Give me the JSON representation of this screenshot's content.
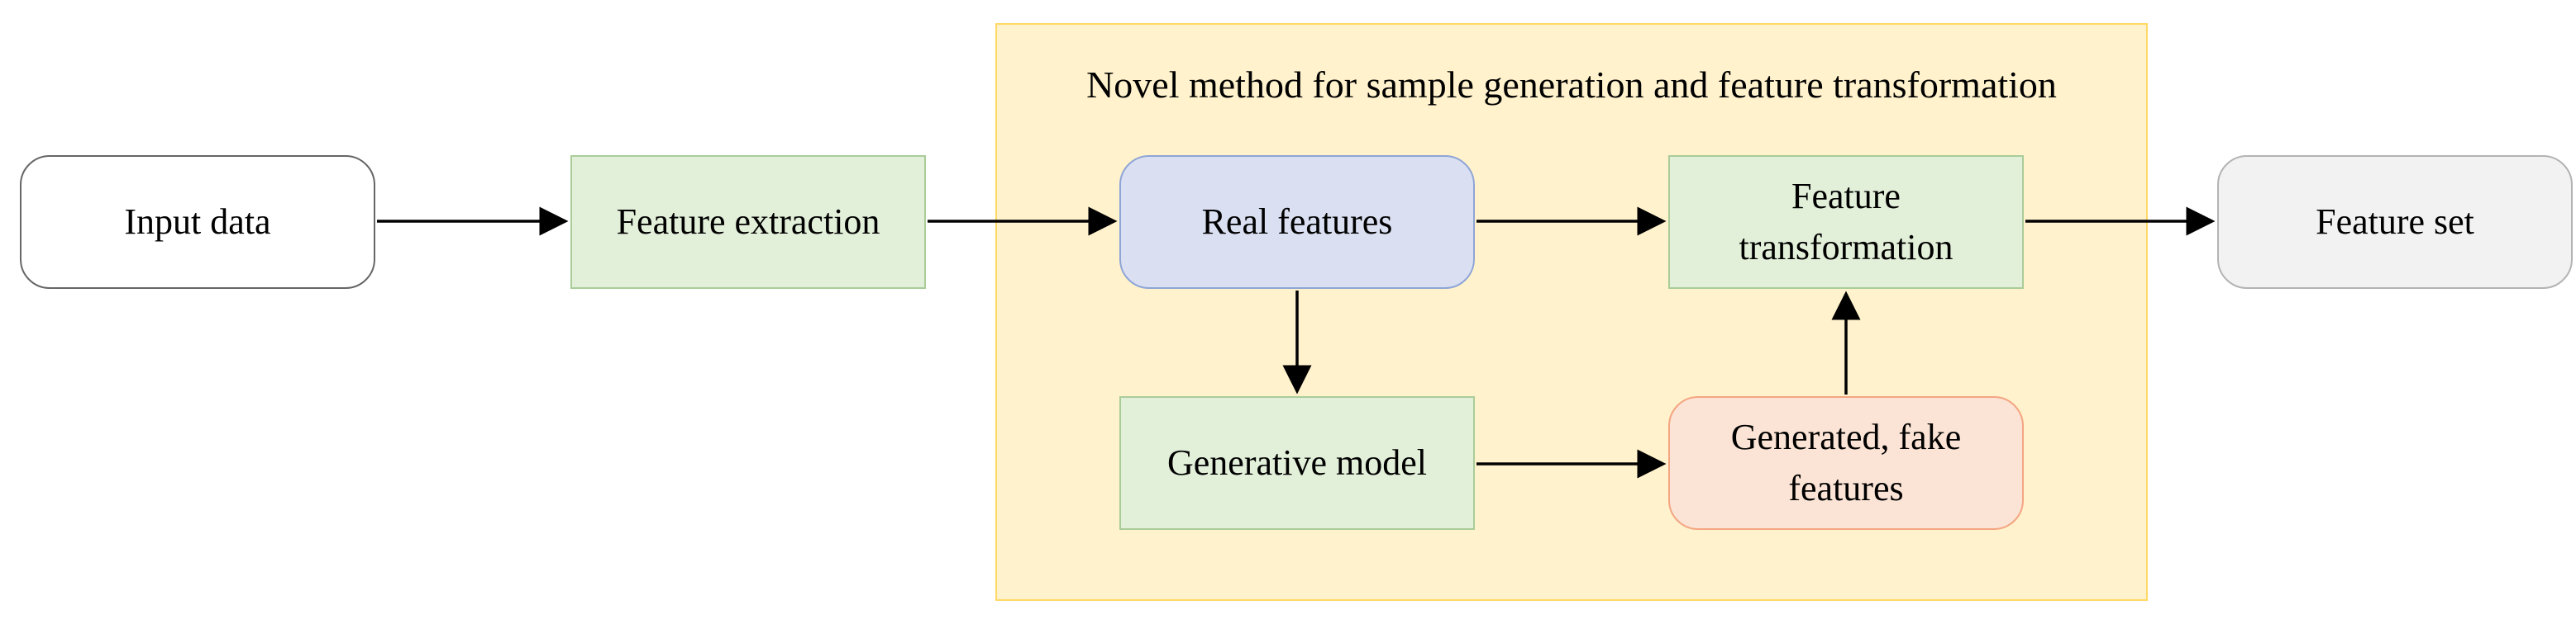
{
  "group": {
    "title": "Novel method for sample generation and feature transformation"
  },
  "nodes": {
    "input_data": {
      "label": "Input data",
      "fill": "#ffffff",
      "stroke": "#666666"
    },
    "feature_extraction": {
      "label": "Feature extraction",
      "fill": "#e2efd9",
      "stroke": "#a9cc99"
    },
    "real_features": {
      "label": "Real features",
      "fill": "#dae0f2",
      "stroke": "#8ea5d6"
    },
    "generative_model": {
      "label": "Generative model",
      "fill": "#e2efd9",
      "stroke": "#a9cc99"
    },
    "feature_transformation": {
      "label": "Feature\ntransformation",
      "fill": "#e2efd9",
      "stroke": "#a9cc99"
    },
    "generated_fake_features": {
      "label": "Generated, fake\nfeatures",
      "fill": "#fbe4d5",
      "stroke": "#f4a582"
    },
    "feature_set": {
      "label": "Feature set",
      "fill": "#f2f2f2",
      "stroke": "#b3b3b3"
    }
  },
  "edges": [
    {
      "from": "input_data",
      "to": "feature_extraction"
    },
    {
      "from": "feature_extraction",
      "to": "real_features"
    },
    {
      "from": "real_features",
      "to": "feature_transformation"
    },
    {
      "from": "real_features",
      "to": "generative_model"
    },
    {
      "from": "generative_model",
      "to": "generated_fake_features"
    },
    {
      "from": "generated_fake_features",
      "to": "feature_transformation"
    },
    {
      "from": "feature_transformation",
      "to": "feature_set"
    }
  ],
  "colors": {
    "group_fill": "#fff2cc",
    "group_stroke": "#ffd966",
    "arrow": "#000000"
  }
}
